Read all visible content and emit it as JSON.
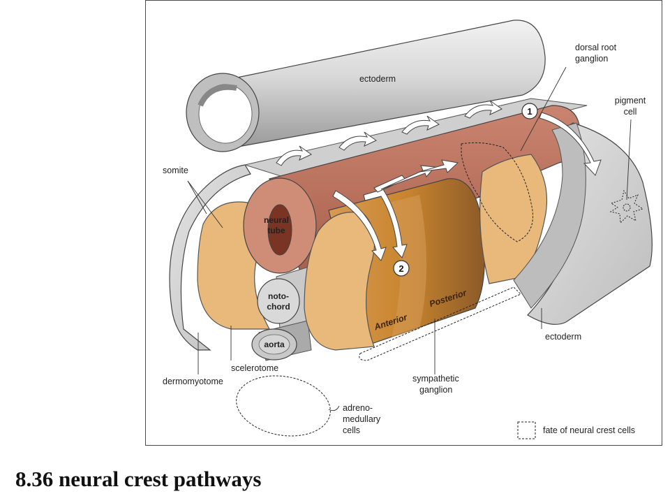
{
  "caption": "8.36 neural crest pathways",
  "labels": {
    "ectoderm_top": "ectoderm",
    "dorsal_root_ganglion_1": "dorsal root",
    "dorsal_root_ganglion_2": "ganglion",
    "pigment_cell_1": "pigment",
    "pigment_cell_2": "cell",
    "somite": "somite",
    "neural_tube_1": "neural",
    "neural_tube_2": "tube",
    "notochord_1": "noto-",
    "notochord_2": "chord",
    "aorta": "aorta",
    "anterior": "Anterior",
    "posterior": "Posterior",
    "ectoderm_bottom": "ectoderm",
    "dermomyotome": "dermomyotome",
    "scelerotome": "scelerotome",
    "sympathetic_ganglion_1": "sympathetic",
    "sympathetic_ganglion_2": "ganglion",
    "adrenomedullary_1": "adreno-",
    "adrenomedullary_2": "medullary",
    "adrenomedullary_3": "cells",
    "legend": "fate of neural crest cells",
    "pathway_1": "1",
    "pathway_2": "2"
  },
  "colors": {
    "ectoderm": "#d4d4d4",
    "neural_tube": "#c9806a",
    "sclerotome": "#e8b97a",
    "ganglion_dark": "#b8782e",
    "outline": "#333333"
  }
}
